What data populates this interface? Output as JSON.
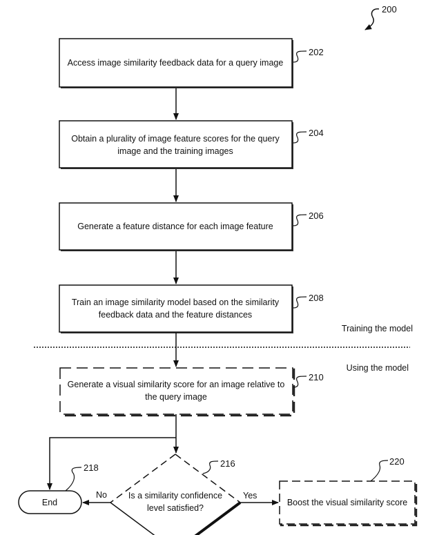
{
  "figure": {
    "ref": "200",
    "sections": {
      "training": "Training the model",
      "using": "Using the model"
    },
    "steps": [
      {
        "ref": "202",
        "lines": [
          "Access image similarity feedback data for a query image"
        ],
        "style": "solid"
      },
      {
        "ref": "204",
        "lines": [
          "Obtain a plurality of image feature scores for the query",
          "image and the training images"
        ],
        "style": "solid"
      },
      {
        "ref": "206",
        "lines": [
          "Generate a feature distance for each image feature"
        ],
        "style": "solid"
      },
      {
        "ref": "208",
        "lines": [
          "Train an image similarity model based on the similarity",
          "feedback data and the feature distances"
        ],
        "style": "solid"
      },
      {
        "ref": "210",
        "lines": [
          "Generate a visual similarity score for an image relative to",
          "the query image"
        ],
        "style": "dashed"
      }
    ],
    "decision": {
      "ref": "216",
      "lines": [
        "Is a similarity confidence",
        "level satisfied?"
      ],
      "no_label": "No",
      "yes_label": "Yes"
    },
    "end": {
      "ref": "218",
      "label": "End"
    },
    "boost": {
      "ref": "220",
      "lines": [
        "Boost the visual similarity score"
      ],
      "style": "dashed"
    }
  }
}
